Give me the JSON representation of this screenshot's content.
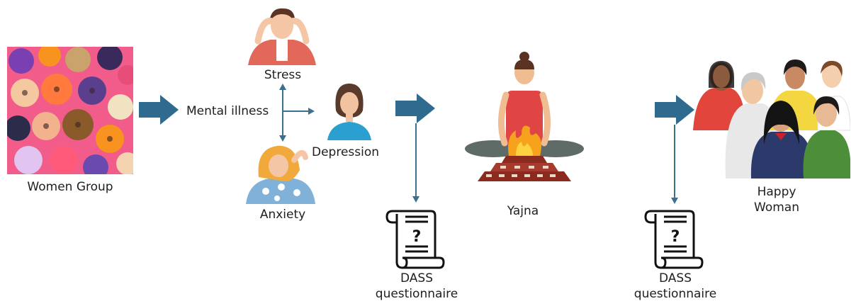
{
  "nodes": {
    "women_group": "Women Group",
    "mental_illness": "Mental illness",
    "stress": "Stress",
    "anxiety": "Anxiety",
    "depression": "Depression",
    "dass_1": "DASS\nquestionnaire",
    "yajna": "Yajna",
    "dass_2": "DASS\nquestionnaire",
    "happy_woman": "Happy\nWoman"
  },
  "colors": {
    "flow_arrow": "#2e6b8f",
    "connector": "#3d6f8e",
    "fire": "#f6a21c",
    "altar": "#8b2a1f"
  }
}
